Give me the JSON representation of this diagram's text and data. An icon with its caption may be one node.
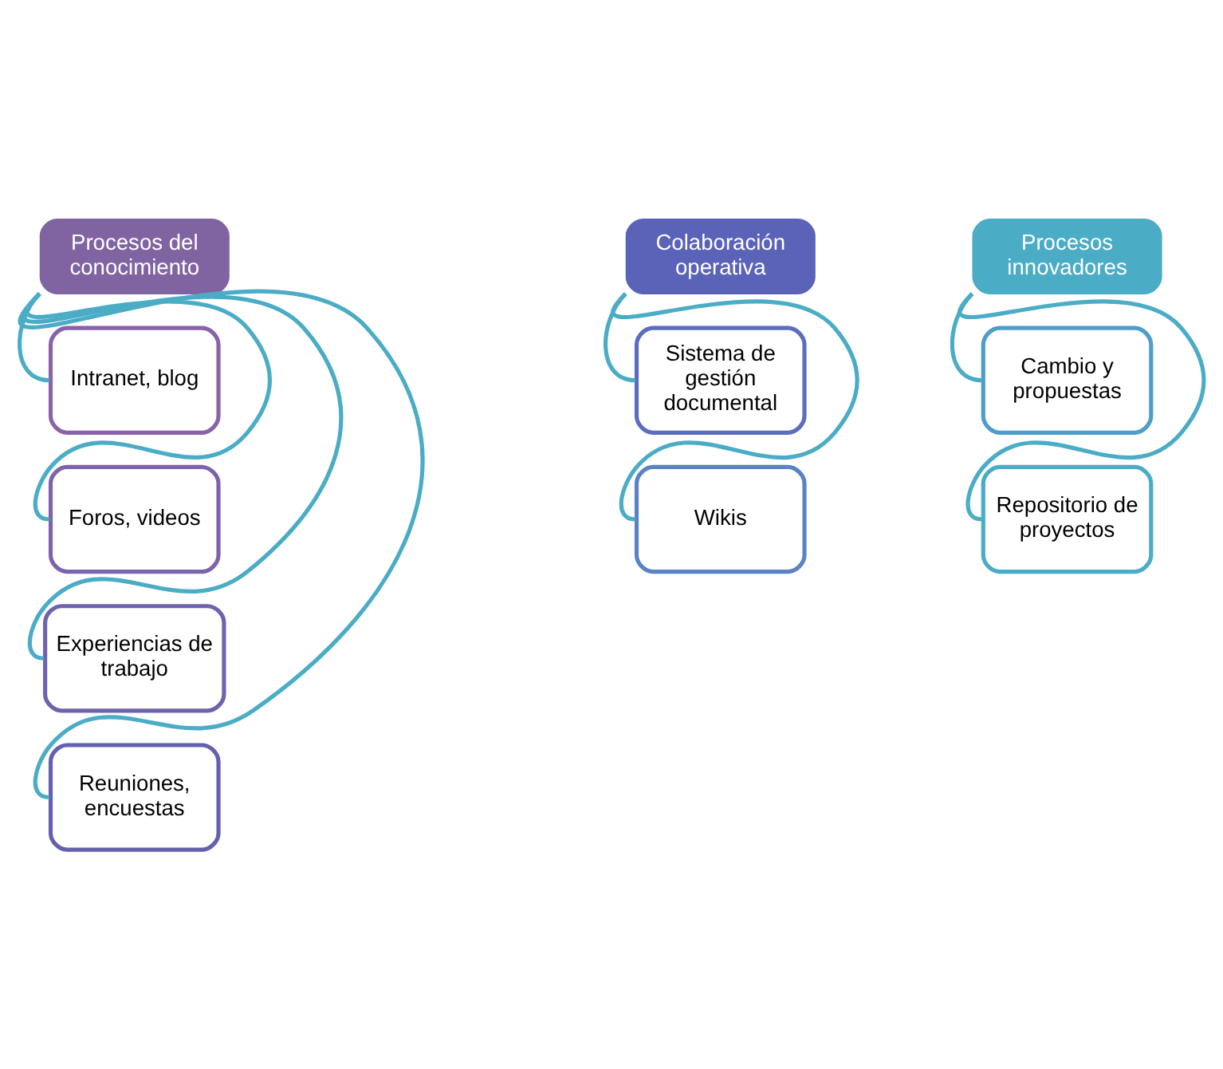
{
  "diagram": {
    "nodes": [
      {
        "text": [
          "Procesos del conocimiento"
        ]
      },
      {
        "text": [
          "Intranet, blog"
        ]
      },
      {
        "text": [
          "Foros, videos"
        ]
      },
      {
        "text": [
          "Experiencias de trabajo"
        ]
      },
      {
        "text": [
          "Reuniones, encuestas"
        ]
      },
      {
        "text": [
          "Colaboración operativa"
        ]
      },
      {
        "text": [
          "Sistema de gestión documental"
        ]
      },
      {
        "text": [
          "Wikis"
        ]
      },
      {
        "text": [
          "Procesos innovadores"
        ]
      },
      {
        "text": [
          "Cambio y propuestas"
        ]
      },
      {
        "text": [
          "Repositorio de proyectos"
        ]
      }
    ],
    "edges": [
      {
        "from": 0,
        "to": 1,
        "arrow": "none"
      },
      {
        "from": 0,
        "to": 2,
        "arrow": "none"
      },
      {
        "from": 0,
        "to": 3,
        "arrow": "none"
      },
      {
        "from": 0,
        "to": 4,
        "arrow": "none"
      },
      {
        "from": 5,
        "to": 6,
        "arrow": "none"
      },
      {
        "from": 5,
        "to": 7,
        "arrow": "none"
      },
      {
        "from": 8,
        "to": 9,
        "arrow": "none"
      },
      {
        "from": 8,
        "to": 10,
        "arrow": "none"
      }
    ]
  }
}
